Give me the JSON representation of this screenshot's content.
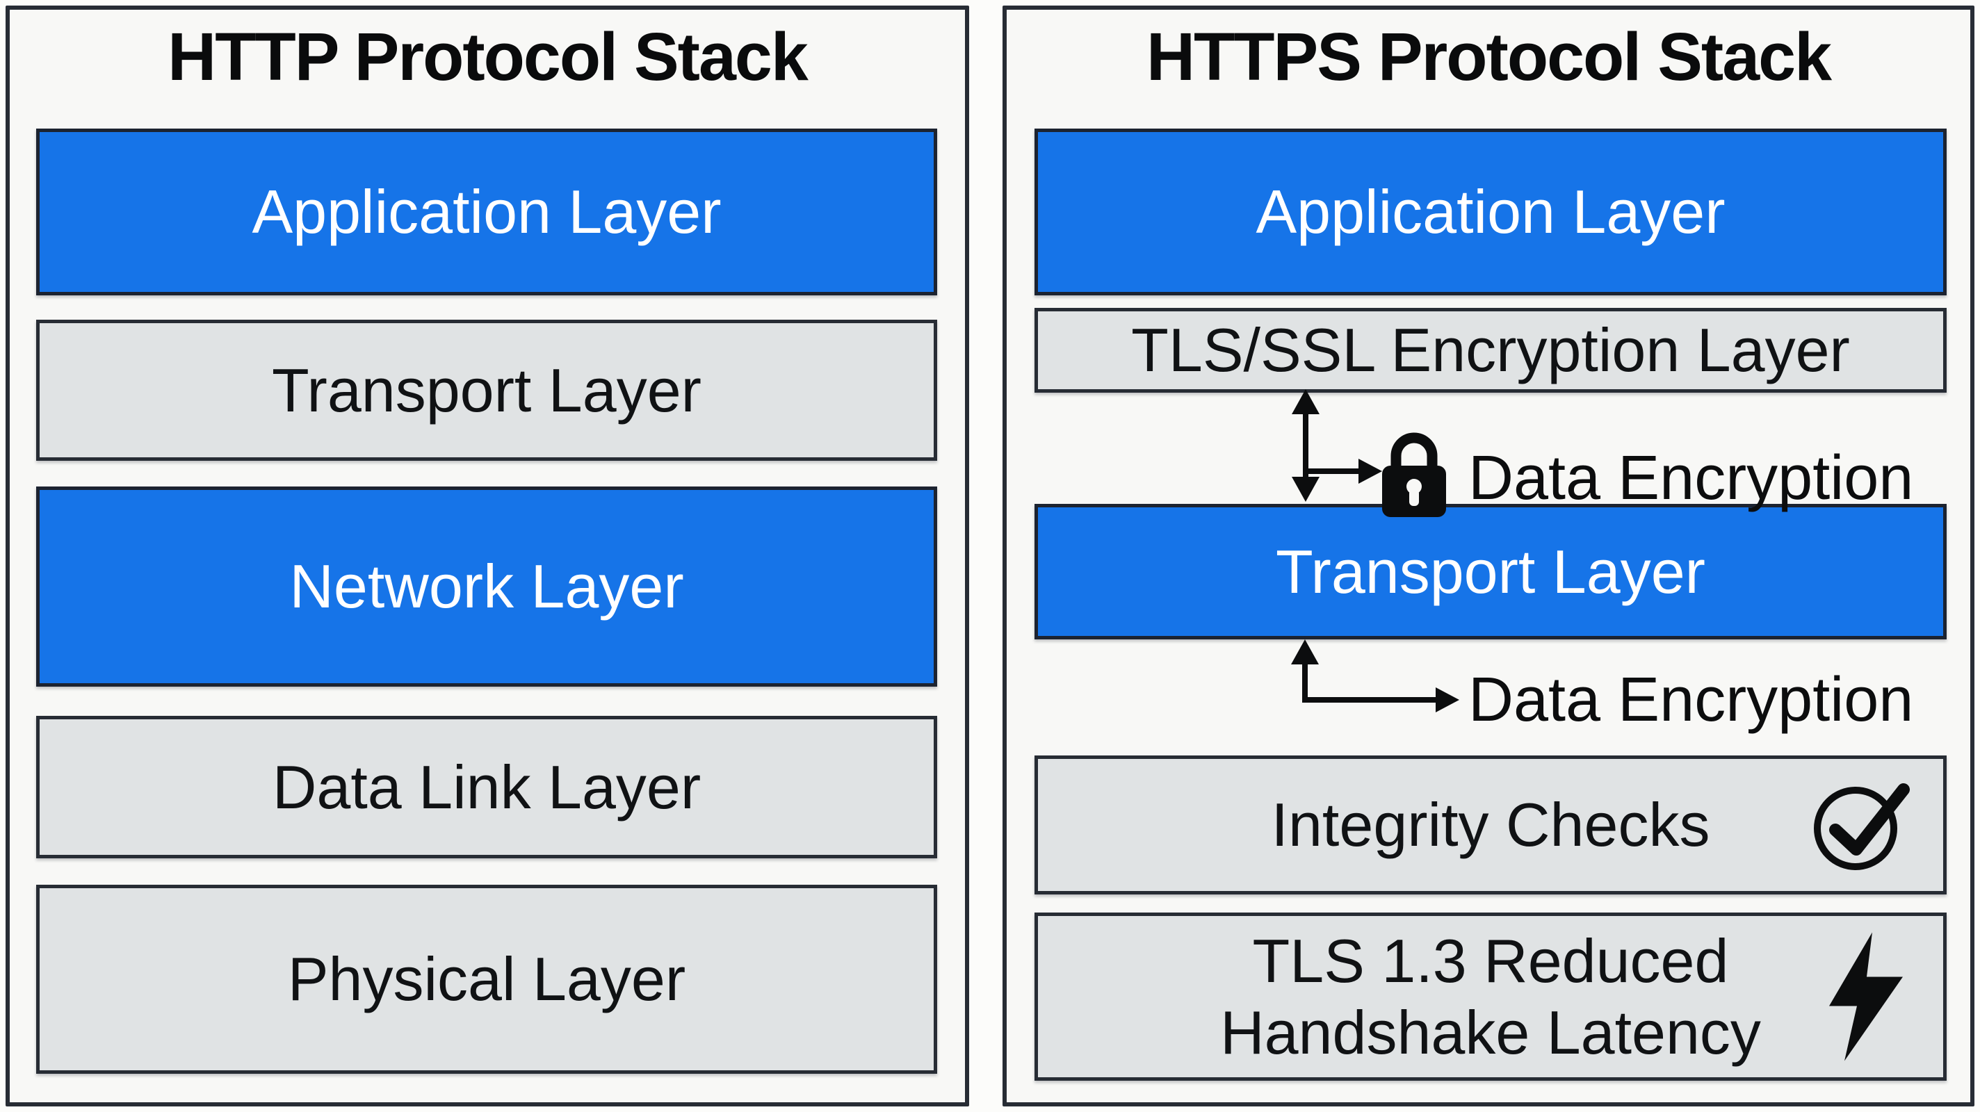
{
  "diagram": {
    "left_panel": {
      "title": "HTTP Protocol Stack",
      "layers": [
        {
          "label": "Application Layer",
          "variant": "blue"
        },
        {
          "label": "Transport Layer",
          "variant": "gray"
        },
        {
          "label": "Network Layer",
          "variant": "blue"
        },
        {
          "label": "Data Link Layer",
          "variant": "gray"
        },
        {
          "label": "Physical Layer",
          "variant": "gray"
        }
      ]
    },
    "right_panel": {
      "title": "HTTPS Protocol Stack",
      "application_layer": "Application Layer",
      "tls_ssl_layer": "TLS/SSL Encryption Layer",
      "transport_layer": "Transport Layer",
      "data_encryption_upper": "Data Encryption",
      "data_encryption_lower": "Data Encryption",
      "integrity_checks": "Integrity Checks",
      "tls13_line1": "TLS 1.3 Reduced",
      "tls13_line2": "Handshake Latency",
      "icons": {
        "lock": "lock-icon",
        "check": "check-circle-icon",
        "bolt": "lightning-bolt-icon",
        "upper_arrow": "bidirectional-arrow-with-branch-icon",
        "lower_arrow": "l-shaped-arrow-icon"
      }
    },
    "colors": {
      "blue": "#1674E8",
      "gray_box": "#E0E3E4",
      "panel_bg": "#F8F8F6",
      "page_bg": "#FCFCFA",
      "border_dark": "#272C34",
      "text_dark": "#101214",
      "text_on_blue": "#FFFFFF"
    }
  }
}
